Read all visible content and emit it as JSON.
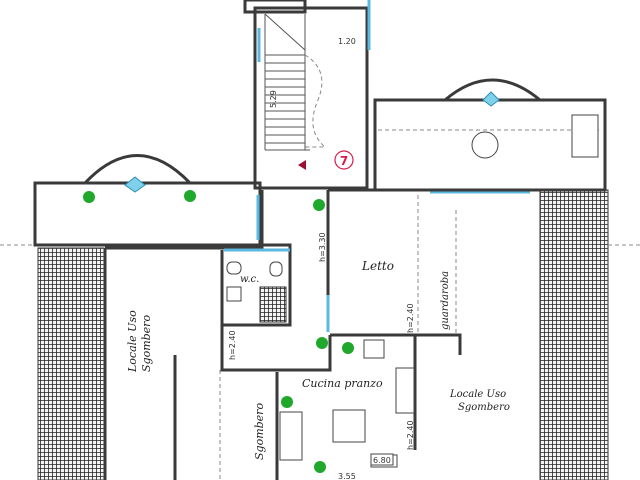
{
  "plan": {
    "rooms": {
      "letto": "Letto",
      "guardaroba": "guardaroba",
      "wc": "w.c.",
      "locale_left_1": "Locale Uso",
      "locale_left_2": "Sgombero",
      "locale_right_1": "Locale Uso",
      "locale_right_2": "Sgombero",
      "cucina": "Cucina pranzo",
      "sgombero": "Sgombero"
    },
    "dimensions": {
      "stair_width": "1.20",
      "stair_length": "5.29",
      "h_letto": "h=3.30",
      "h_guardaroba": "h=2.40",
      "h_wc": "h=2.40",
      "h_cucina": "h=2.40",
      "area_box": "6.80",
      "bottom_dim": "3.55"
    },
    "marker": "7",
    "colors": {
      "wall": "#3a3a3a",
      "window": "#5bb8e0",
      "plant": "#1fa82c",
      "marker": "#d81b4a",
      "roof": "#2a2a2a"
    }
  }
}
